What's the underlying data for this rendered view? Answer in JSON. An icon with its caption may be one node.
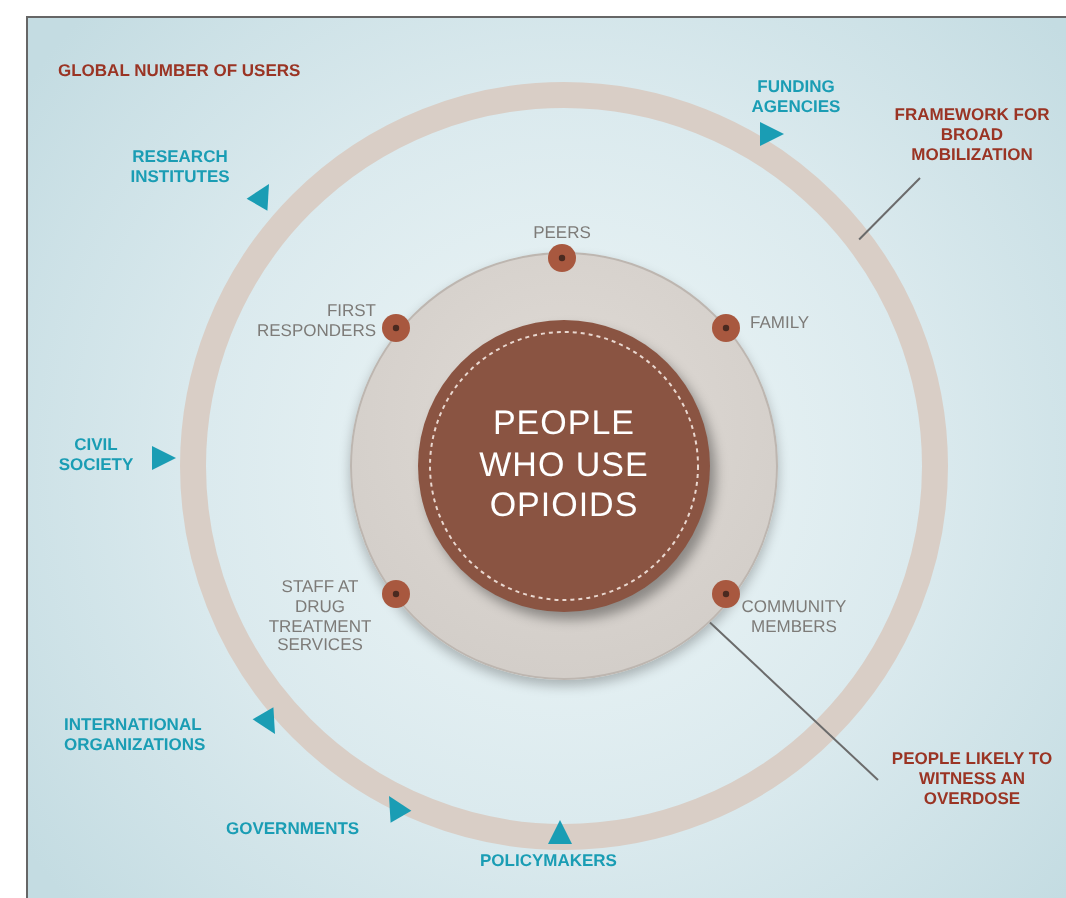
{
  "diagram": {
    "nodes": [
      {
        "text": [],
        "shape": "circle"
      },
      {
        "text": [],
        "shape": "circle",
        "in": 0
      },
      {
        "text": [
          "PEOPLE WHO USE OPIOIDS"
        ],
        "in": 1
      },
      {
        "text": [
          "FRAMEWORK FOR BROAD MOBILIZATION"
        ]
      },
      {
        "text": [
          "PEOPLE LIKELY TO WITNESS AN OVERDOSE"
        ]
      }
    ],
    "edges": [
      {
        "from": 3,
        "to": 0,
        "arrow": "none"
      },
      {
        "from": 4,
        "to": 1,
        "arrow": "none"
      }
    ],
    "labels": [
      "GLOBAL NUMBER OF USERS",
      "FUNDING AGENCIES",
      "RESEARCH INSTITUTES",
      "PEERS",
      "FIRST RESPONDERS",
      "FAMILY",
      "CIVIL SOCIETY",
      "STAFF AT DRUG TREATMENT SERVICES",
      "COMMUNITY MEMBERS",
      "INTERNATIONAL ORGANIZATIONS",
      "GOVERNMENTS",
      "POLICYMAKERS"
    ]
  }
}
